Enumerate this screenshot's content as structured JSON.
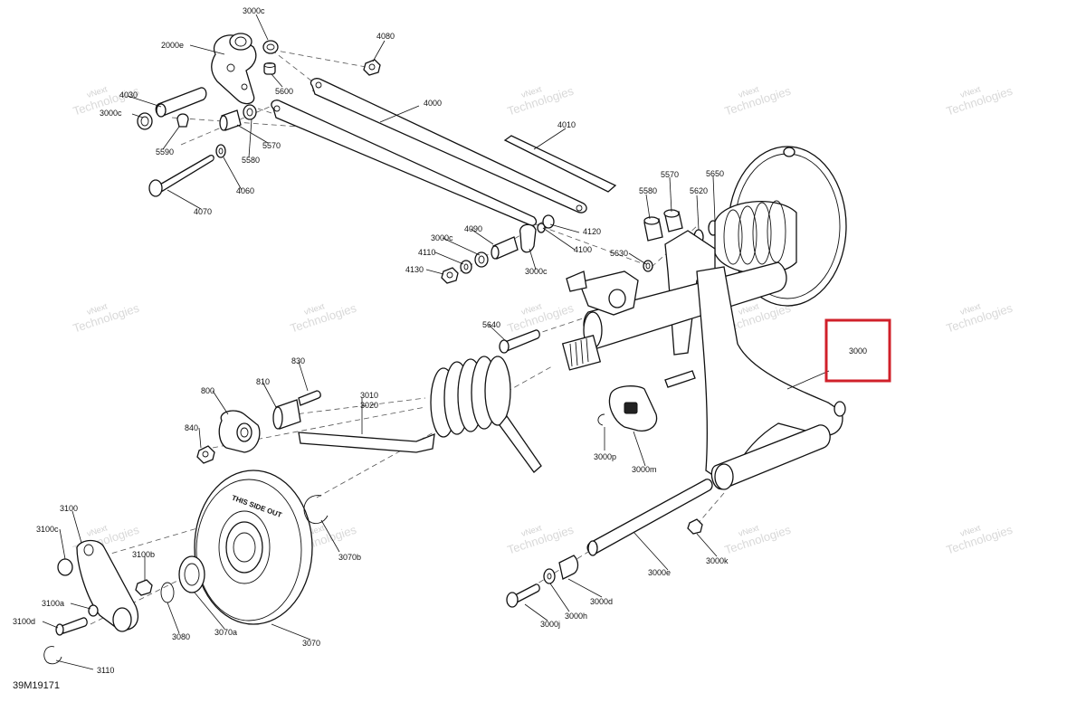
{
  "drawing": {
    "code": "39M19171",
    "highlighted_label": "3000"
  },
  "watermark": {
    "line1": "vNext",
    "line2": "Technologies",
    "small": "vNext Technologies"
  },
  "wheel": {
    "stamp": "THIS SIDE OUT"
  },
  "labels": {
    "l3000c_a": "3000c",
    "l2000e": "2000e",
    "l4080": "4080",
    "l5600": "5600",
    "l4030": "4030",
    "l3000c_b": "3000c",
    "l4000": "4000",
    "l5590": "5590",
    "l5570_a": "5570",
    "l5580_a": "5580",
    "l4060": "4060",
    "l4070": "4070",
    "l4010": "4010",
    "l5580_b": "5580",
    "l5570_b": "5570",
    "l5650": "5650",
    "l5620": "5620",
    "l4120": "4120",
    "l4100": "4100",
    "l3000c_c": "3000c",
    "l4090": "4090",
    "l4110": "4110",
    "l4130": "4130",
    "l3000c_d": "3000c",
    "l5630": "5630",
    "l5640": "5640",
    "l3000": "3000",
    "l800": "800",
    "l810": "810",
    "l830": "830",
    "l3010": "3010",
    "l3020": "3020",
    "l840": "840",
    "l3000p": "3000p",
    "l3000m": "3000m",
    "l3100": "3100",
    "l3100c": "3100c",
    "l3100b": "3100b",
    "l3070b": "3070b",
    "l3100a": "3100a",
    "l3100d": "3100d",
    "l3080": "3080",
    "l3070a": "3070a",
    "l3070": "3070",
    "l3110": "3110",
    "l3000e": "3000e",
    "l3000k": "3000k",
    "l3000d": "3000d",
    "l3000h": "3000h",
    "l3000j": "3000j"
  }
}
